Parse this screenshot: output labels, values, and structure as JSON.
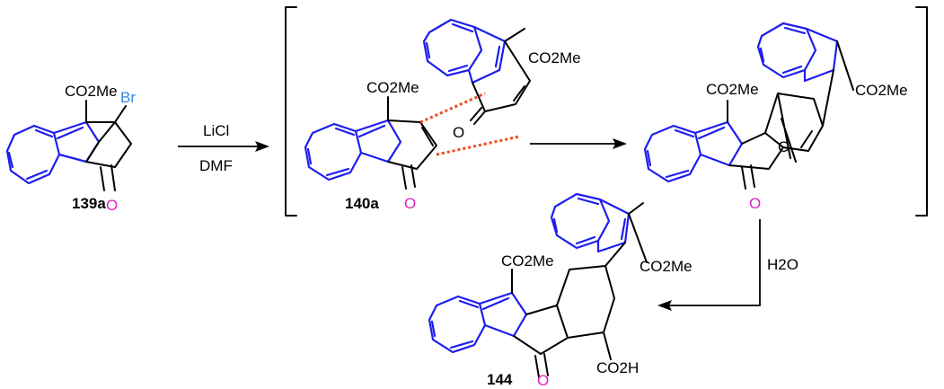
{
  "compounds": {
    "c139a": {
      "label": "139a",
      "ester": "CO2Me",
      "halogen": "Br",
      "ketone": "O"
    },
    "c140a": {
      "label": "140a",
      "ester_a": "CO2Me",
      "ester_b": "CO2Me",
      "ketone_a": "O",
      "ketone_b": "O"
    },
    "intermediate": {
      "ester_a": "CO2Me",
      "ester_b": "CO2Me",
      "bridge_o": "O",
      "ketone": "O"
    },
    "c144": {
      "label": "144",
      "ester_a": "CO2Me",
      "ester_b": "CO2Me",
      "acid": "CO2H",
      "ketone": "O"
    }
  },
  "arrows": {
    "step1": {
      "reagent_top": "LiCl",
      "reagent_bottom": "DMF"
    },
    "step3": {
      "reagent": "H2O"
    }
  },
  "colors": {
    "azulene_blue": "#1d1df0",
    "bromine_label": "#3a8ad8",
    "oxygen_label": "#e020c0",
    "interaction_dash": "#f04a1a"
  }
}
